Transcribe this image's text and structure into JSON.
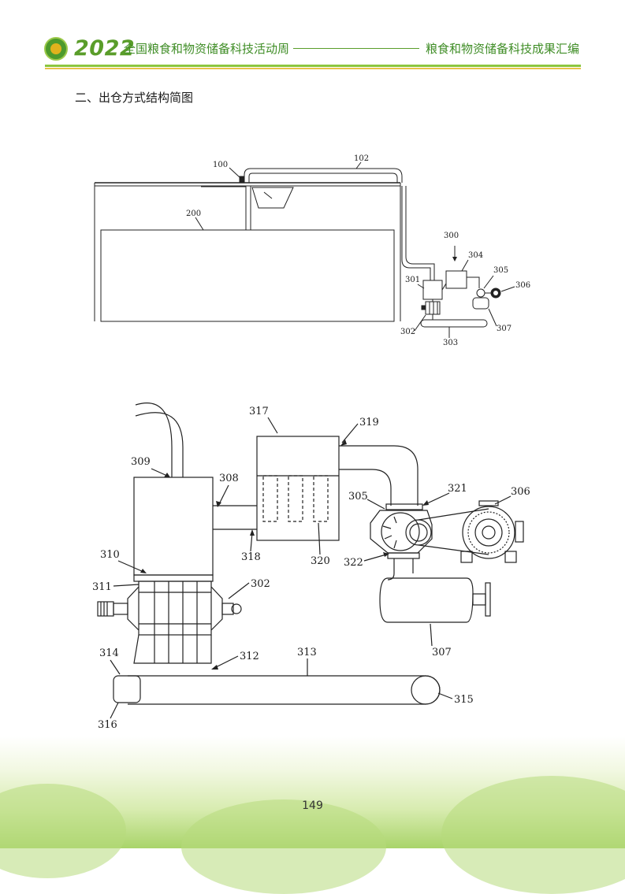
{
  "header": {
    "year": "2022",
    "event": "全国粮食和物资储备科技活动周",
    "publication": "粮食和物资储备科技成果汇编"
  },
  "section": {
    "title": "二、出仓方式结构简图"
  },
  "diagram1": {
    "labels": {
      "l100": "100",
      "l102": "102",
      "l200": "200",
      "l300": "300",
      "l301": "301",
      "l302": "302",
      "l303": "303",
      "l304": "304",
      "l305": "305",
      "l306": "306",
      "l307": "307"
    }
  },
  "diagram2": {
    "labels": {
      "l302": "302",
      "l305": "305",
      "l306": "306",
      "l307": "307",
      "l308": "308",
      "l309": "309",
      "l310": "310",
      "l311": "311",
      "l312": "312",
      "l313": "313",
      "l314": "314",
      "l315": "315",
      "l316": "316",
      "l317": "317",
      "l318": "318",
      "l319": "319",
      "l320": "320",
      "l321": "321",
      "l322": "322"
    }
  },
  "footer": {
    "page_number": "149"
  },
  "colors": {
    "brand_green": "#5a9d2a",
    "accent_yellow": "#e8c34a"
  }
}
